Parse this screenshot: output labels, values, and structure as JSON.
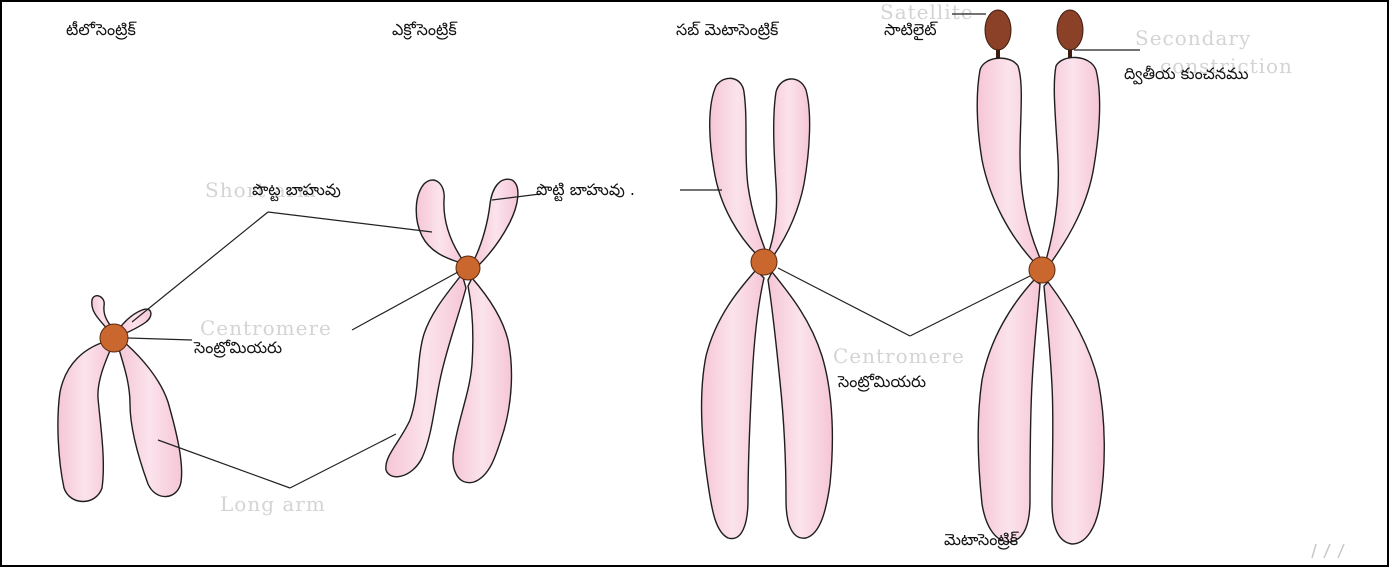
{
  "colors": {
    "chromosome_fill": "#f6c6d6",
    "chromosome_highlight": "#fbe3ec",
    "chromosome_outline": "#1e1e1e",
    "centromere": "#c9672e",
    "satellite": "#8a4128",
    "leader_line": "#222222",
    "ghost_text": "#d4d4d4",
    "frame": "#000000"
  },
  "types": {
    "telocentric": "టీలోసెంట్రిక్",
    "acrocentric": "ఎక్రోసెంట్రిక్",
    "submetacentric": "సబ్ మెటాసెంట్రిక్",
    "metacentric": "మెటాసెంట్రిక్"
  },
  "labels": {
    "short_arm_left": "పొట్ట బాహువు",
    "short_arm_right": "పొట్టి బాహువు .",
    "centromere_left": "సెంట్రోమియరు",
    "centromere_right": "సెంట్రోమియరు",
    "satellite": "సాటిలైట్",
    "secondary_constriction": "ద్వితీయ కుంచనము"
  },
  "ghost_text": {
    "short_arm": "Short arm",
    "centromere_left": "Centromere",
    "centromere_right": "Centromere",
    "long_arm": "Long arm",
    "satellite": "Satellite",
    "secondary_1": "Secondary",
    "secondary_2": "constriction"
  }
}
